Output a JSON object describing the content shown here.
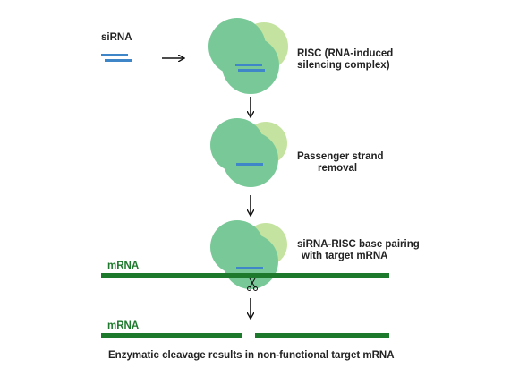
{
  "colors": {
    "siRNA": "#3f86c9",
    "mRNA": "#1d7a2c",
    "risc_main": "#79c998",
    "risc_back": "#c4e3a0",
    "arrow": "#111111",
    "text": "#222222"
  },
  "labels": {
    "sirna": "siRNA",
    "risc_line1": "RISC (RNA-induced",
    "risc_line2": "silencing complex)",
    "passenger_line1": "Passenger strand",
    "passenger_line2": "removal",
    "pairing_line1": "siRNA-RISC base pairing",
    "pairing_line2": "with target mRNA",
    "mrna_top": "mRNA",
    "mrna_bottom": "mRNA",
    "caption": "Enzymatic cleavage results in non-functional target mRNA"
  },
  "icons": {
    "cleavage": "scissors-icon"
  }
}
